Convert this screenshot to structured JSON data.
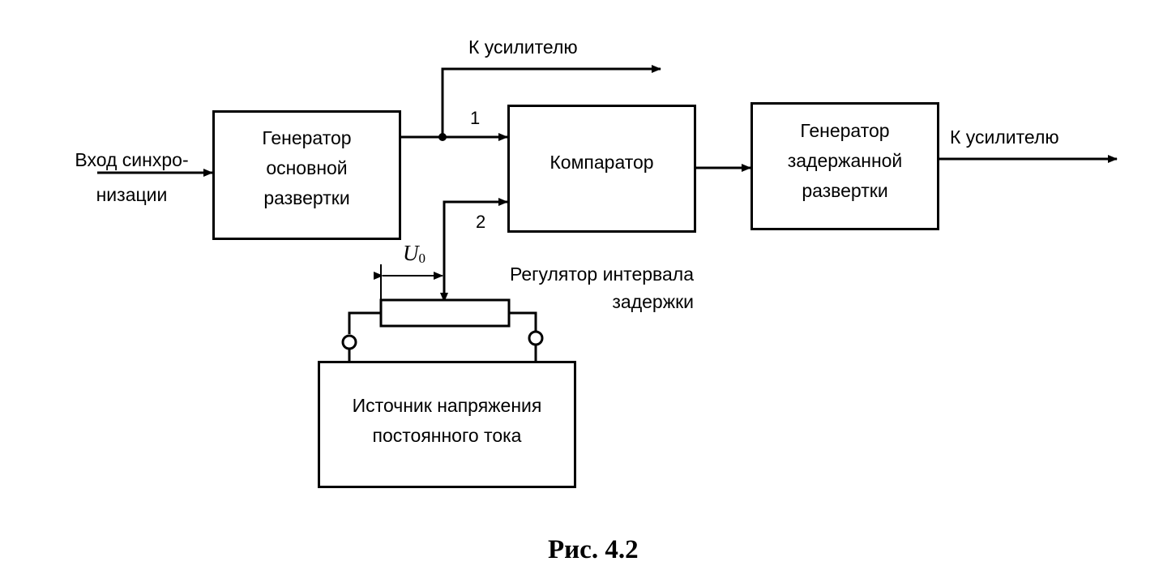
{
  "figure": {
    "caption": "Рис. 4.2"
  },
  "blocks": {
    "main_sweep": "Генератор\nосновной\nразвертки",
    "comparator": "Компаратор",
    "delayed_sweep": "Генератор\nзадержанной\nразвертки",
    "dc_source": "Источник напряжения\nпостоянного тока"
  },
  "labels": {
    "sync_input": "Вход синхро-\nнизации",
    "to_amplifier_top": "К усилителю",
    "to_amplifier_right": "К усилителю",
    "delay_regulator": "Регулятор интервала\nзадержки",
    "input_1": "1",
    "input_2": "2",
    "u0_symbol": "U",
    "u0_subscript": "0"
  },
  "colors": {
    "ink": "#000000",
    "background": "#ffffff"
  }
}
